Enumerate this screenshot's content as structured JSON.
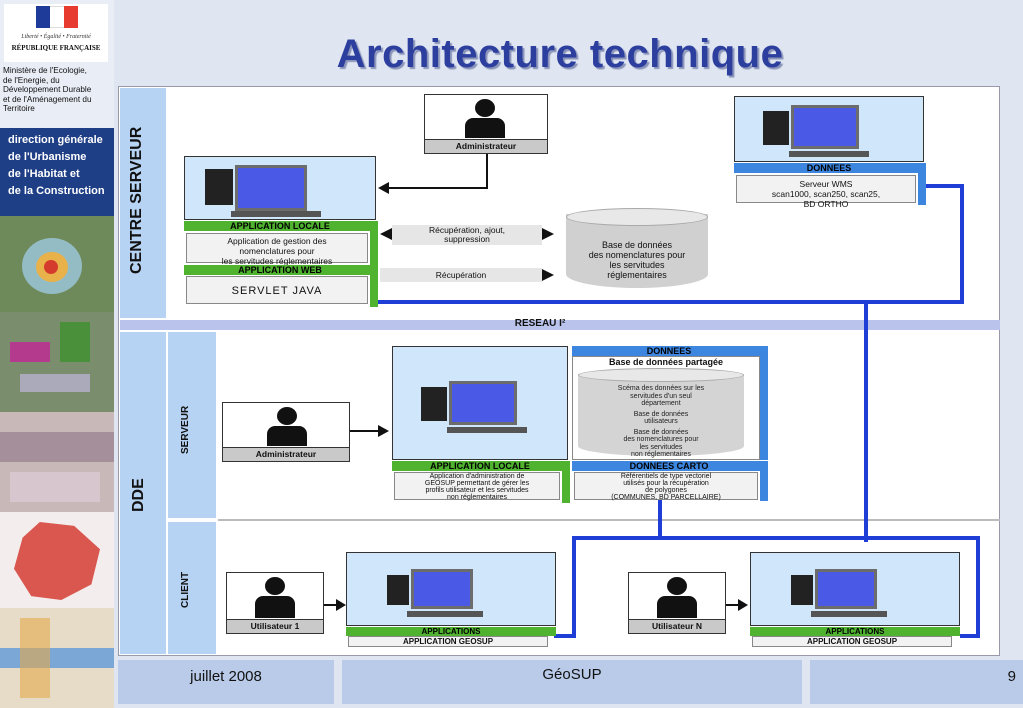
{
  "header": {
    "title": "Architecture technique"
  },
  "sidebar": {
    "motto": "Liberté • Égalité • Fraternité",
    "republic": "RÉPUBLIQUE FRANÇAISE",
    "ministry_lines": [
      "Ministère de l'Ecologie,",
      "de l'Energie, du",
      "Développement Durable",
      "et de l'Aménagement du",
      "Territoire"
    ],
    "dg_lines": [
      "direction générale",
      "de l'Urbanisme",
      "de l'Habitat et",
      "de la Construction"
    ]
  },
  "diagram": {
    "centre_serveur_label": "CENTRE SERVEUR",
    "dde_label": "DDE",
    "serveur_label": "SERVEUR",
    "client_label": "CLIENT",
    "reseau_label": "RESEAU I²",
    "top": {
      "admin_label": "Administrateur",
      "app_locale_label": "APPLICATION LOCALE",
      "app_locale_text": [
        "Application de gestion des",
        "nomenclatures pour",
        "les servitudes réglementaires"
      ],
      "app_web_label": "APPLICATION WEB",
      "servlet_text": "SERVLET JAVA",
      "arrow1_text": [
        "Récupération, ajout,",
        "suppression"
      ],
      "arrow2_text": "Récupération",
      "db_text": [
        "Base de données",
        "des nomenclatures pour",
        "les servitudes",
        "réglementaires"
      ],
      "donnees_label": "DONNEES",
      "donnees_text": [
        "Serveur WMS",
        "scan1000, scan250, scan25,",
        "BD ORTHO"
      ]
    },
    "dde": {
      "admin_label": "Administrateur",
      "app_locale_label": "APPLICATION LOCALE",
      "app_locale_text": [
        "Application d'administration de",
        "GEOSUP permettant de gérer les",
        "profils utilisateur et les servitudes",
        "non réglementaires"
      ],
      "donnees_label": "DONNEES",
      "bd_partagee": "Base de données partagée",
      "cyl_text1": [
        "Scéma des données sur les",
        "servitudes d'un seul",
        "département"
      ],
      "cyl_text2": [
        "Base de données",
        "utilisateurs"
      ],
      "cyl_text3": [
        "Base de données",
        "des nomenclatures pour",
        "les servitudes",
        "non réglementaires"
      ],
      "carto_label": "DONNEES CARTO",
      "carto_text": [
        "Référentiels de type vectoriel",
        "utilisés pour la récupération",
        "de polygones",
        "(COMMUNES, BD PARCELLAIRE)"
      ],
      "user1_label": "Utilisateur 1",
      "usern_label": "Utilisateur N",
      "apps_label": "APPLICATIONS",
      "app_geosup": "APPLICATION GEOSUP"
    }
  },
  "footer": {
    "date": "juillet 2008",
    "title": "GéoSUP",
    "page": "9"
  },
  "colors": {
    "title": "#2c3e9e",
    "green": "#4fb32f",
    "blue_line": "#1f3ed6",
    "band": "#b7d3f3"
  }
}
